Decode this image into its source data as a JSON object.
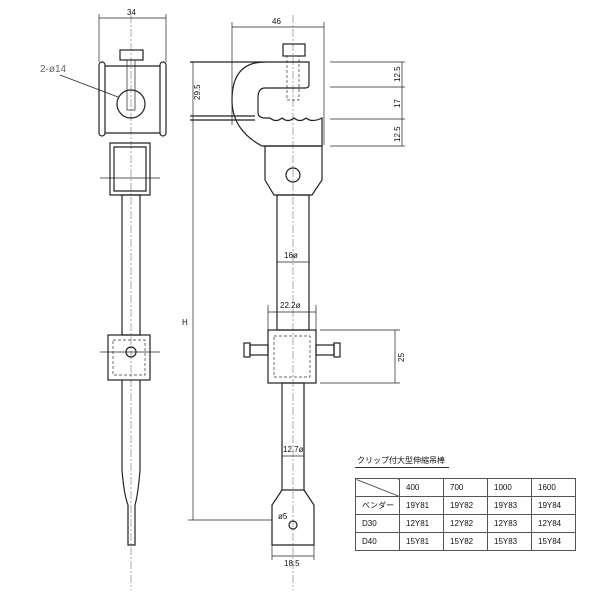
{
  "dimensions": {
    "width_left": "34",
    "width_right": "46",
    "holes": "2-ø14",
    "clamp_height": "29.5",
    "upper_gap": "12.5",
    "throat": "17",
    "lower_gap": "12.5",
    "overall": "H",
    "rod_upper_dia": "16ø",
    "sleeve_dia": "22.2ø",
    "sleeve_len": "25",
    "rod_lower_dia": "12.7ø",
    "hole_dia": "ø5",
    "tab_width": "18.5"
  },
  "table": {
    "title": "クリップ付大型伸縮吊棒",
    "columns": [
      "400",
      "700",
      "1000",
      "1600"
    ],
    "rows": [
      {
        "label": "ベンダー",
        "values": [
          "19Y81",
          "19Y82",
          "19Y83",
          "19Y84"
        ]
      },
      {
        "label": "D30",
        "values": [
          "12Y81",
          "12Y82",
          "12Y83",
          "12Y84"
        ]
      },
      {
        "label": "D40",
        "values": [
          "15Y81",
          "15Y82",
          "15Y83",
          "15Y84"
        ]
      }
    ]
  }
}
